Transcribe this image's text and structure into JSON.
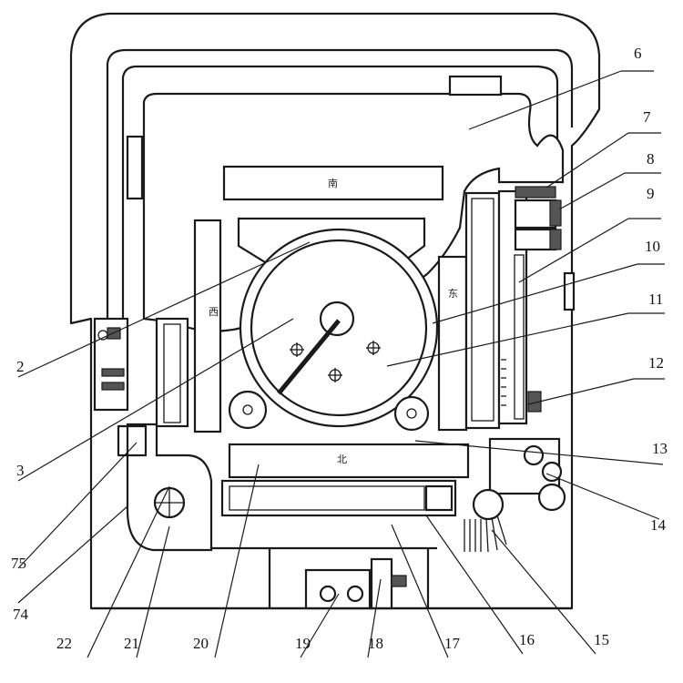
{
  "figure": {
    "inner_labels": {
      "south": "南",
      "west": "西",
      "east": "东",
      "north": "北"
    },
    "callouts": [
      {
        "id": "c6",
        "text": "6"
      },
      {
        "id": "c7",
        "text": "7"
      },
      {
        "id": "c8",
        "text": "8"
      },
      {
        "id": "c9",
        "text": "9"
      },
      {
        "id": "c10",
        "text": "10"
      },
      {
        "id": "c11",
        "text": "11"
      },
      {
        "id": "c12",
        "text": "12"
      },
      {
        "id": "c13",
        "text": "13"
      },
      {
        "id": "c14",
        "text": "14"
      },
      {
        "id": "c15",
        "text": "15"
      },
      {
        "id": "c16",
        "text": "16"
      },
      {
        "id": "c17",
        "text": "17"
      },
      {
        "id": "c18",
        "text": "18"
      },
      {
        "id": "c19",
        "text": "19"
      },
      {
        "id": "c20",
        "text": "20"
      },
      {
        "id": "c21",
        "text": "21"
      },
      {
        "id": "c22",
        "text": "22"
      },
      {
        "id": "c74",
        "text": "74"
      },
      {
        "id": "c75",
        "text": "75"
      },
      {
        "id": "c3",
        "text": "3"
      },
      {
        "id": "c2",
        "text": "2"
      }
    ]
  }
}
